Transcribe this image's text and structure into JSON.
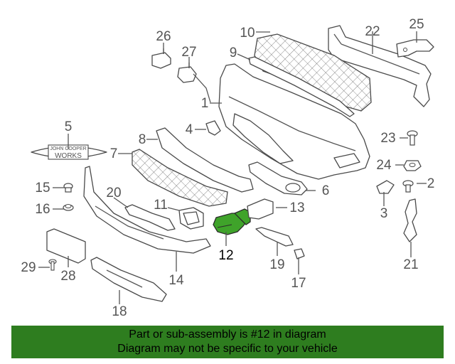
{
  "callouts": {
    "c1": "1",
    "c2": "2",
    "c3": "3",
    "c4": "4",
    "c5": "5",
    "c6": "6",
    "c7": "7",
    "c8": "8",
    "c9": "9",
    "c10": "10",
    "c11": "11",
    "c12": "12",
    "c13": "13",
    "c14": "14",
    "c15": "15",
    "c16": "16",
    "c17": "17",
    "c18": "18",
    "c19": "19",
    "c20": "20",
    "c21": "21",
    "c22": "22",
    "c23": "23",
    "c24": "24",
    "c25": "25",
    "c26": "26",
    "c27": "27",
    "c28": "28",
    "c29": "29"
  },
  "emblem": {
    "line1": "JOHN COOPER",
    "line2": "WORKS"
  },
  "highlight": {
    "part": "12",
    "color": "#3fa32a"
  },
  "banner": {
    "line1": "Part or sub-assembly is #12 in diagram",
    "line2": "Diagram may not be specific to your vehicle",
    "color": "#2e7d1f"
  }
}
